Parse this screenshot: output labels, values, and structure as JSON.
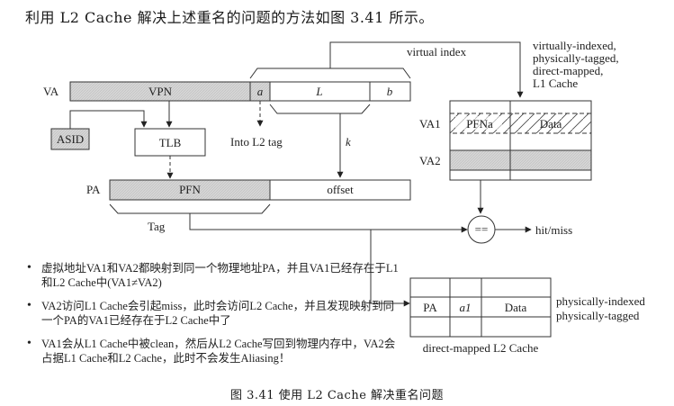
{
  "intro_text": "利用 L2 Cache 解决上述重名的问题的方法如图 3.41 所示。",
  "va": {
    "label": "VA",
    "fields": {
      "vpn": "VPN",
      "a": "a",
      "l": "L",
      "b": "b"
    }
  },
  "virtual_index_label": "virtual index",
  "l1_cache": {
    "description": [
      "virtually-indexed,",
      "physically-tagged,",
      "direct-mapped,",
      "L1 Cache"
    ],
    "rows": {
      "va1": "VA1",
      "va2": "VA2"
    },
    "cells": {
      "tag": "PFNa",
      "data": "Data"
    }
  },
  "asid_label": "ASID",
  "tlb_label": "TLB",
  "into_l2_tag_label": "Into L2 tag",
  "k_label": "k",
  "pa": {
    "label": "PA",
    "fields": {
      "pfn": "PFN",
      "offset": "offset"
    }
  },
  "tag_label": "Tag",
  "comparator_label": "==",
  "hit_miss_label": "hit/miss",
  "l2_cache": {
    "cells": {
      "pa": "PA",
      "a1": "a1",
      "data": "Data"
    },
    "description": [
      "physically-indexed",
      "physically-tagged"
    ],
    "caption": "direct-mapped L2 Cache"
  },
  "bullets": [
    "虚拟地址VA1和VA2都映射到同一个物理地址PA，并且VA1已经存在于L1和L2 Cache中(VA1≠VA2)",
    "VA2访问L1 Cache会引起miss，此时会访问L2 Cache，并且发现映射到同一个PA的VA1已经存在于L2 Cache中了",
    "VA1会从L1 Cache中被clean，然后从L2 Cache写回到物理内存中，VA2会占据L1 Cache和L2 Cache，此时不会发生Aliasing！"
  ],
  "figure_caption": "图 3.41   使用 L2 Cache 解决重名问题",
  "colors": {
    "shade": "#d4d4d4",
    "line": "#333333"
  }
}
